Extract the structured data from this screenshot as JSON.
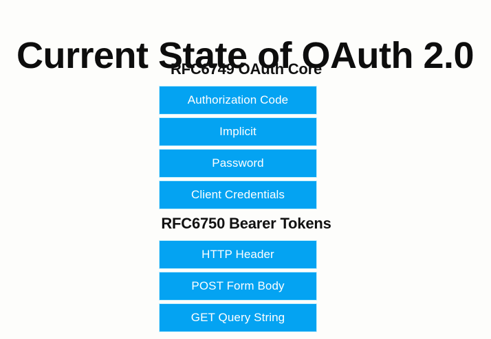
{
  "slide": {
    "title": "Current State of OAuth 2.0",
    "background_color": "#fdfdfb",
    "accent_color": "#04a3f2",
    "title_color": "#0d0d0d",
    "bar_text_color": "#ffffff",
    "sections": [
      {
        "heading": "RFC6749 OAuth Core",
        "items": [
          {
            "label": "Authorization Code"
          },
          {
            "label": "Implicit"
          },
          {
            "label": "Password"
          },
          {
            "label": "Client Credentials"
          }
        ]
      },
      {
        "heading": "RFC6750 Bearer Tokens",
        "items": [
          {
            "label": "HTTP Header"
          },
          {
            "label": "POST Form Body"
          },
          {
            "label": "GET Query String"
          }
        ]
      }
    ]
  }
}
